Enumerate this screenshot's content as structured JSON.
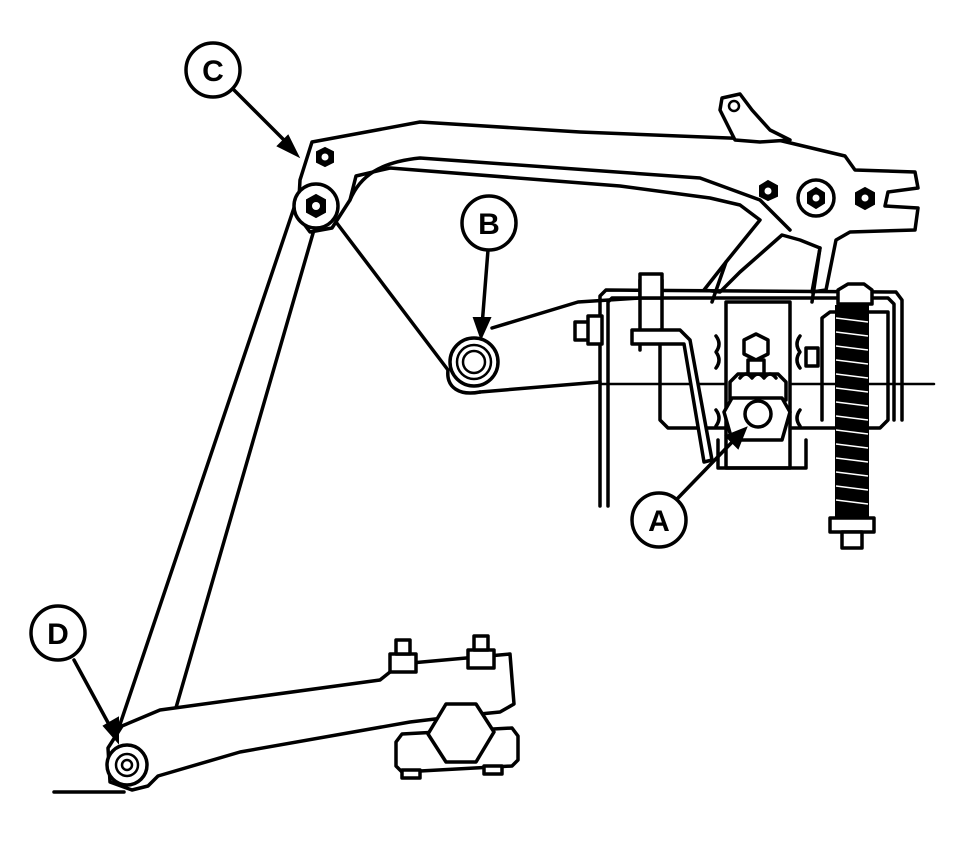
{
  "callouts": {
    "a": {
      "label": "A"
    },
    "b": {
      "label": "B"
    },
    "c": {
      "label": "C"
    },
    "d": {
      "label": "D"
    }
  },
  "colors": {
    "ink": "#000000",
    "paper": "#ffffff"
  }
}
